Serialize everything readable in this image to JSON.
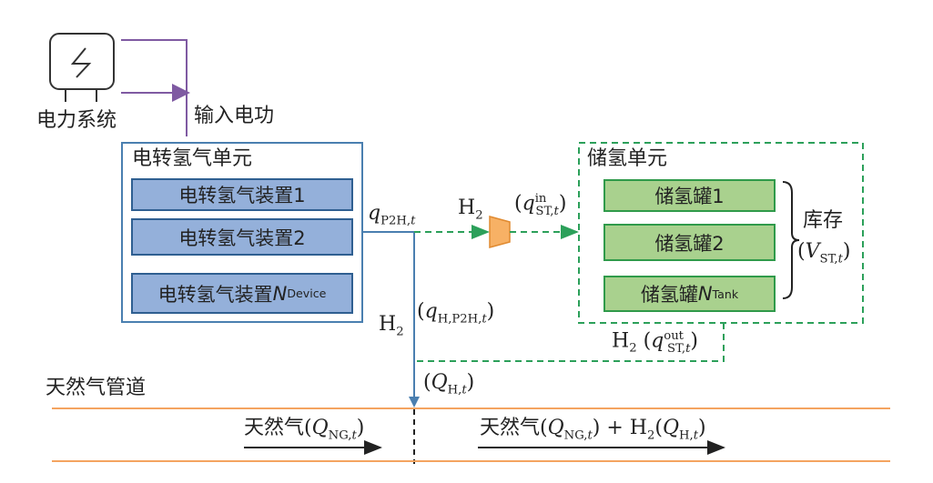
{
  "power_system": {
    "label": "电力系统",
    "input_label": "输入电功"
  },
  "p2h_unit": {
    "title": "电转氢气单元",
    "devices": [
      "电转氢气装置1",
      "电转氢气装置2",
      "电转氢气装置"
    ],
    "device_n": "N",
    "device_sub": "Device"
  },
  "flows": {
    "q_p2h": "q",
    "q_p2h_sub": "P2H,",
    "t": "t",
    "h2": "H",
    "h2_sub": "2",
    "q_st_in_sup": "in",
    "st_sub": "ST,",
    "q_h_p2h_sub": "H,P2H,",
    "q_st_out_sup": "out",
    "Q": "Q",
    "Q_h_sub": "H,"
  },
  "storage_unit": {
    "title": "储氢单元",
    "tanks": [
      "储氢罐1",
      "储氢罐2",
      "储氢罐"
    ],
    "tank_n": "N",
    "tank_sub": "Tank",
    "inventory": "库存",
    "V": "V"
  },
  "pipeline": {
    "title": "天然气管道",
    "ng": "天然气",
    "ng_sub": "NG,",
    "plus": "+"
  },
  "colors": {
    "purple": "#7f5aa2",
    "blue": "#4a7fb0",
    "green": "#2ca05a",
    "orange": "#f0a860",
    "pipe": "#f4a460"
  }
}
